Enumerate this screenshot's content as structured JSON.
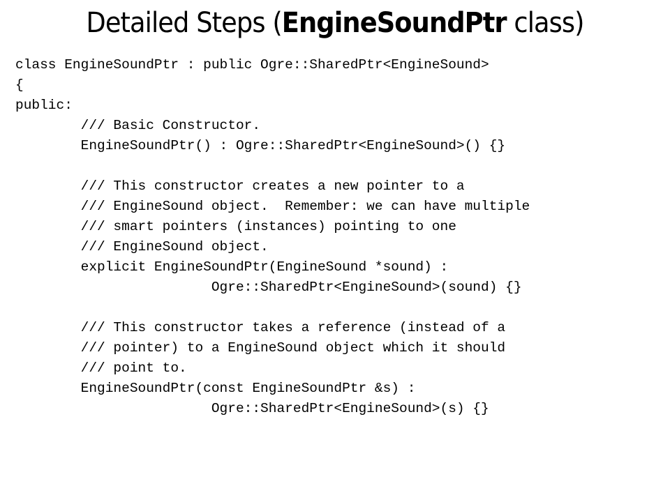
{
  "slide": {
    "title_prefix": "Detailed Steps (",
    "title_bold": "EngineSoundPtr",
    "title_suffix": " class)",
    "code_lines": [
      "class EngineSoundPtr : public Ogre::SharedPtr<EngineSound>",
      "{",
      "public:",
      "        /// Basic Constructor.",
      "        EngineSoundPtr() : Ogre::SharedPtr<EngineSound>() {}",
      "",
      "        /// This constructor creates a new pointer to a",
      "        /// EngineSound object.  Remember: we can have multiple",
      "        /// smart pointers (instances) pointing to one",
      "        /// EngineSound object.",
      "        explicit EngineSoundPtr(EngineSound *sound) :",
      "                        Ogre::SharedPtr<EngineSound>(sound) {}",
      "",
      "        /// This constructor takes a reference (instead of a",
      "        /// pointer) to a EngineSound object which it should",
      "        /// point to.",
      "        EngineSoundPtr(const EngineSoundPtr &s) :",
      "                        Ogre::SharedPtr<EngineSound>(s) {}"
    ]
  }
}
